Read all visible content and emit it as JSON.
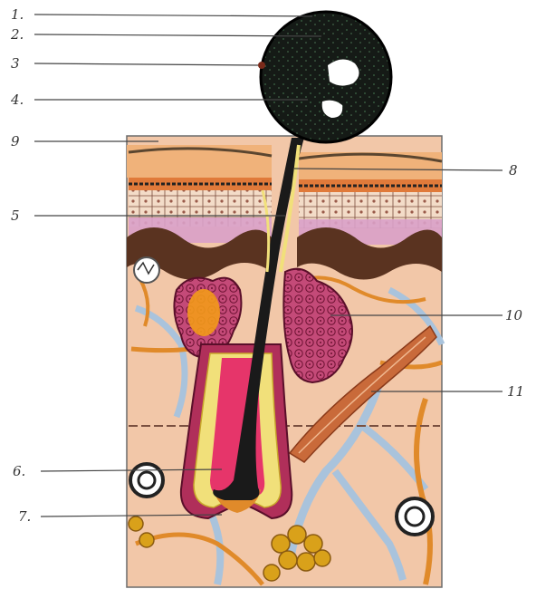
{
  "figure": {
    "labels": [
      {
        "id": "1",
        "text": "1."
      },
      {
        "id": "2",
        "text": "2."
      },
      {
        "id": "3",
        "text": "3"
      },
      {
        "id": "4",
        "text": "4."
      },
      {
        "id": "9",
        "text": "9"
      },
      {
        "id": "5",
        "text": "5"
      },
      {
        "id": "8",
        "text": "8"
      },
      {
        "id": "10",
        "text": "10"
      },
      {
        "id": "11",
        "text": "11"
      },
      {
        "id": "6",
        "text": "6."
      },
      {
        "id": "7",
        "text": "7."
      }
    ]
  },
  "colors": {
    "dermis": "#f2c7a8",
    "epidermis_pink": "#d9a0c8",
    "melanin_layer": "#5a3320",
    "hair_shaft": "#1a1a1a",
    "gland": "#b02f5a",
    "muscle": "#c96a3a",
    "fat": "#d9a11a",
    "vessel_blue": "#a9c3dc",
    "vessel_orange": "#e08a2a"
  }
}
